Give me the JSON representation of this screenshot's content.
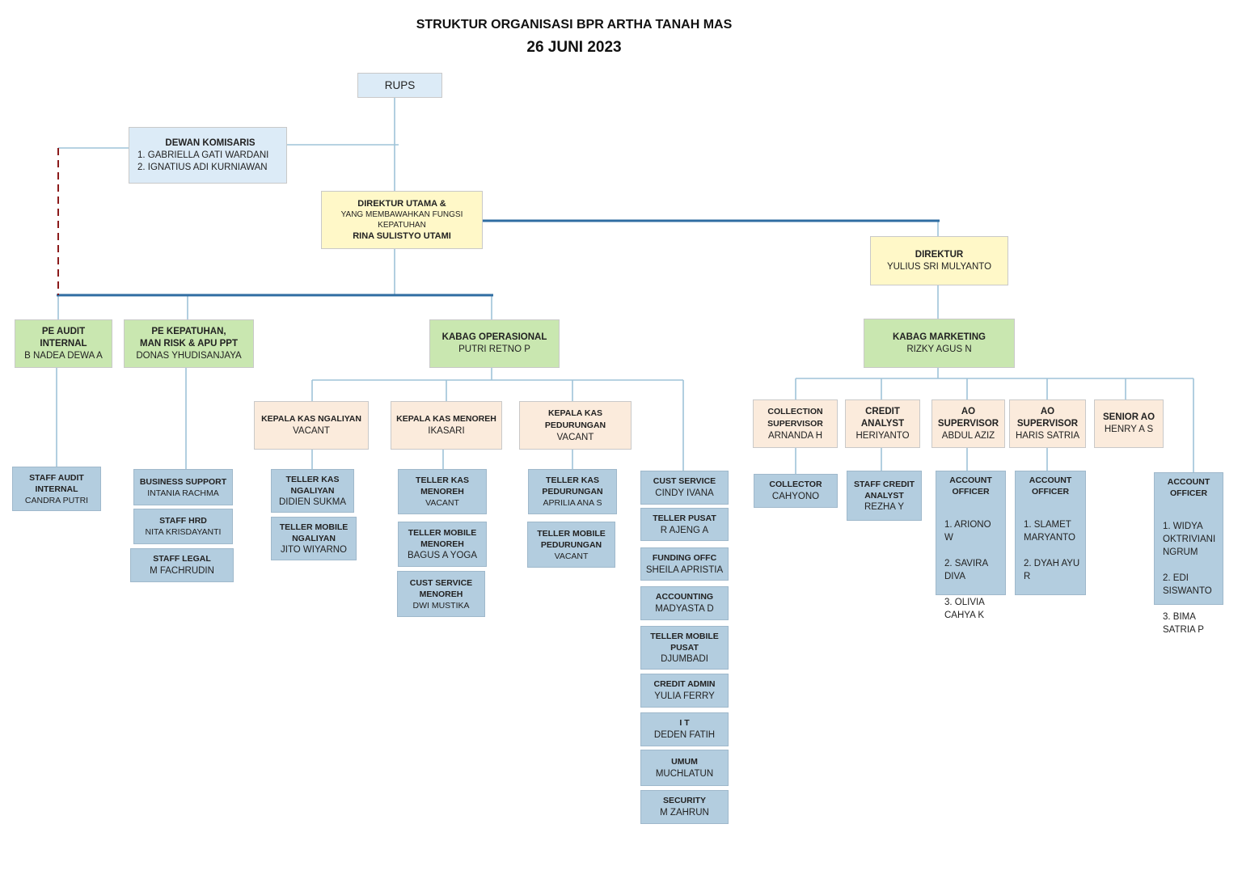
{
  "header": {
    "title": "STRUKTUR ORGANISASI BPR ARTHA TANAH MAS",
    "date": "26 JUNI 2023"
  },
  "colors": {
    "line": "#9fc3d8",
    "strong_line": "#2f6da2",
    "dashed_line": "#8b1a1a",
    "box_light_blue": "#dcebf7",
    "box_yellow": "#fff8c8",
    "box_green": "#c9e7b0",
    "box_peach": "#fbebdc",
    "box_steel": "#b3cddf"
  },
  "nodes": {
    "rups": {
      "title": "RUPS"
    },
    "dewan_komisaris": {
      "title": "DEWAN KOMISARIS",
      "members": [
        "1. GABRIELLA GATI WARDANI",
        "2. IGNATIUS ADI KURNIAWAN"
      ]
    },
    "direktur_utama": {
      "title": "DIREKTUR UTAMA &",
      "subtitle": "YANG MEMBAWAHKAN FUNGSI\nKEPATUHAN",
      "name": "RINA SULISTYO UTAMI"
    },
    "direktur": {
      "title": "DIREKTUR",
      "name": "YULIUS SRI MULYANTO"
    },
    "pe_audit": {
      "title": "PE AUDIT\nINTERNAL",
      "name": "B NADEA DEWA A"
    },
    "pe_kepatuhan": {
      "title": "PE KEPATUHAN,\nMAN RISK & APU PPT",
      "name": "DONAS YHUDISANJAYA"
    },
    "kabag_operasional": {
      "title": "KABAG OPERASIONAL",
      "name": "PUTRI RETNO P"
    },
    "kabag_marketing": {
      "title": "KABAG MARKETING",
      "name": "RIZKY AGUS N"
    },
    "kk_ngaliyan": {
      "title": "KEPALA KAS NGALIYAN",
      "name": "VACANT"
    },
    "kk_menoreh": {
      "title": "KEPALA KAS MENOREH",
      "name": "IKASARI"
    },
    "kk_pedurungan": {
      "title": "KEPALA KAS\nPEDURUNGAN",
      "name": "VACANT"
    },
    "collection_supervisor": {
      "title": "COLLECTION\nSUPERVISOR",
      "name": "ARNANDA H"
    },
    "credit_analyst": {
      "title": "CREDIT\nANALYST",
      "name": "HERIYANTO"
    },
    "ao_supervisor_1": {
      "title": "AO\nSUPERVISOR",
      "name": "ABDUL AZIZ"
    },
    "ao_supervisor_2": {
      "title": "AO\nSUPERVISOR",
      "name": "HARIS SATRIA"
    },
    "senior_ao": {
      "title": "SENIOR AO",
      "name": "HENRY A S"
    },
    "staff_audit": {
      "title": "STAFF AUDIT\nINTERNAL",
      "name": "CANDRA PUTRI"
    },
    "business_support": {
      "title": "BUSINESS SUPPORT",
      "name": "INTANIA RACHMA"
    },
    "staff_hrd": {
      "title": "STAFF HRD",
      "name": "NITA KRISDAYANTI"
    },
    "staff_legal": {
      "title": "STAFF LEGAL",
      "name": "M FACHRUDIN"
    },
    "teller_kas_ngaliyan": {
      "title": "TELLER KAS\nNGALIYAN",
      "name": "DIDIEN SUKMA"
    },
    "teller_mobile_ngaliyan": {
      "title": "TELLER  MOBILE\nNGALIYAN",
      "name": "JITO WIYARNO"
    },
    "teller_kas_menoreh": {
      "title": "TELLER KAS\nMENOREH",
      "name": "VACANT"
    },
    "teller_mobile_menoreh": {
      "title": "TELLER MOBILE\nMENOREH",
      "name": "BAGUS A YOGA"
    },
    "cust_service_menoreh": {
      "title": "CUST SERVICE\nMENOREH",
      "name": "DWI MUSTIKA"
    },
    "teller_kas_pedurungan": {
      "title": "TELLER KAS\nPEDURUNGAN",
      "name": "APRILIA ANA S"
    },
    "teller_mobile_pedurungan": {
      "title": "TELLER MOBILE\nPEDURUNGAN",
      "name": "VACANT"
    },
    "cust_service": {
      "title": "CUST SERVICE",
      "name": "CINDY IVANA"
    },
    "teller_pusat": {
      "title": "TELLER PUSAT",
      "name": "R AJENG A"
    },
    "funding_offc": {
      "title": "FUNDING OFFC",
      "name": "SHEILA APRISTIA"
    },
    "accounting": {
      "title": "ACCOUNTING",
      "name": "MADYASTA D"
    },
    "teller_mobile_pusat": {
      "title": "TELLER MOBILE\nPUSAT",
      "name": "DJUMBADI"
    },
    "credit_admin": {
      "title": "CREDIT ADMIN",
      "name": "YULIA FERRY"
    },
    "it": {
      "title": "I  T",
      "name": "DEDEN FATIH"
    },
    "umum": {
      "title": "UMUM",
      "name": "MUCHLATUN"
    },
    "security": {
      "title": "SECURITY",
      "name": "M ZAHRUN"
    },
    "collector": {
      "title": "COLLECTOR",
      "name": "CAHYONO"
    },
    "staff_credit_analyst": {
      "title": "STAFF CREDIT\nANALYST",
      "name": "REZHA Y"
    },
    "account_officer_1": {
      "title": "ACCOUNT\nOFFICER",
      "members": [
        "1. ARIONO W",
        "2. SAVIRA\nDIVA",
        "3. OLIVIA\nCAHYA K"
      ]
    },
    "account_officer_2": {
      "title": "ACCOUNT\nOFFICER",
      "members": [
        "1. SLAMET\nMARYANTO",
        "2.  DYAH AYU\nR"
      ]
    },
    "account_officer_3": {
      "title": "ACCOUNT\nOFFICER",
      "members": [
        "1. WIDYA\nOKTRIVIANI\nNGRUM",
        "2. EDI\nSISWANTO",
        "3. BIMA\nSATRIA P"
      ]
    }
  }
}
